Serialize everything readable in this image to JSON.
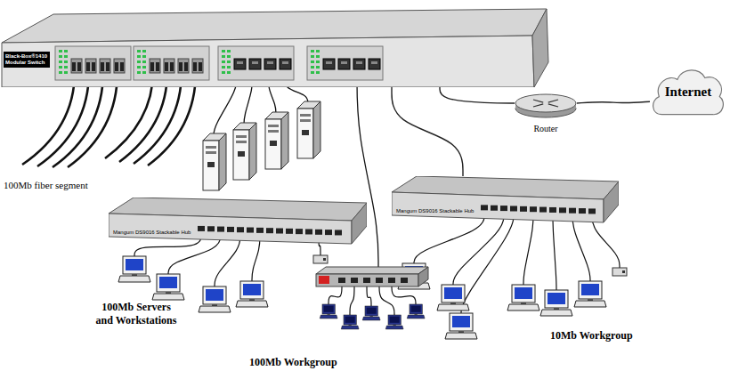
{
  "diagram": {
    "nodes": [
      {
        "text": [
          "Black-Box®1410 Modular Switch"
        ]
      },
      {
        "text": [
          "Router"
        ]
      },
      {
        "text": [
          "Internet"
        ]
      },
      {
        "text": [
          "Mangum DS9016 Stackable Hub"
        ]
      },
      {
        "text": [
          "Mangum DS9016 Stackable Hub"
        ]
      }
    ],
    "edges": [
      {
        "from": 0,
        "to": 1,
        "arrow": "none"
      },
      {
        "from": 1,
        "to": 2,
        "arrow": "none"
      },
      {
        "from": 0,
        "to": 4,
        "arrow": "none"
      }
    ],
    "labels": [
      "100Mb fiber segment",
      "100Mb Servers and Workstations",
      "100Mb Workgroup",
      "10Mb Workgroup"
    ]
  }
}
